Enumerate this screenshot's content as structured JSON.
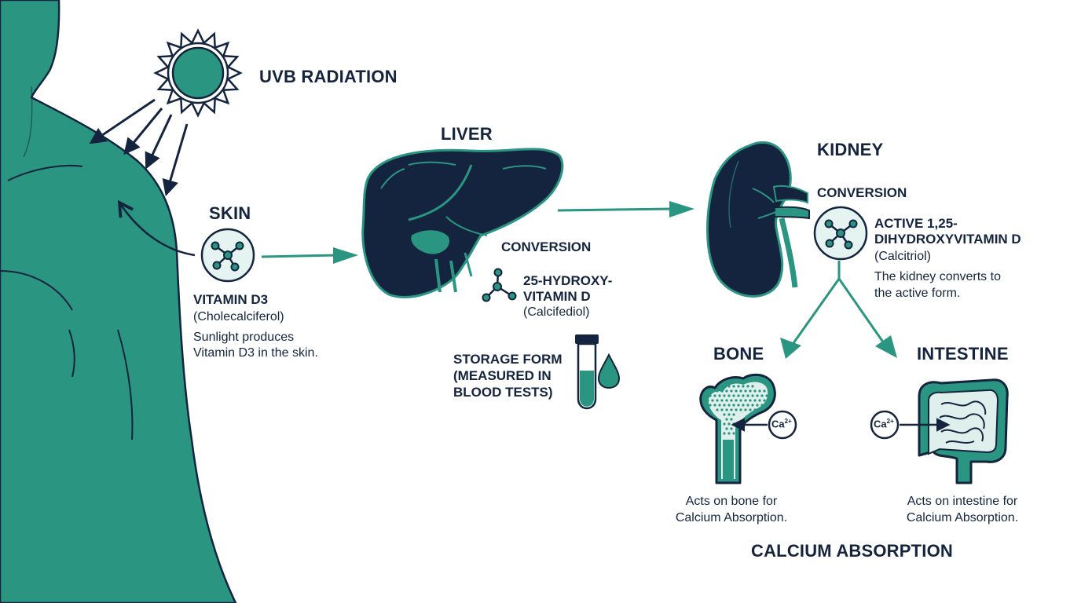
{
  "colors": {
    "teal": "#2a9580",
    "navy": "#14243f",
    "light_teal": "#e6f4f1"
  },
  "sun": {
    "label": "UVB RADIATION",
    "icon": "sun-icon"
  },
  "skin": {
    "title": "SKIN",
    "compound": "VITAMIN D3",
    "compound_alt": "(Cholecalciferol)",
    "desc_line1": "Sunlight produces",
    "desc_line2": "Vitamin D3 in the skin.",
    "icon": "molecule-icon"
  },
  "liver": {
    "title": "LIVER",
    "conversion": "CONVERSION",
    "compound_line1": "25-HYDROXY-",
    "compound_line2": "VITAMIN D",
    "compound_alt": "(Calcifediol)",
    "storage_line1": "STORAGE FORM",
    "storage_line2": "(MEASURED IN",
    "storage_line3": "BLOOD TESTS)",
    "icon": "liver-icon",
    "tube_icon": "blood-test-tube-icon"
  },
  "kidney": {
    "title": "KIDNEY",
    "conversion": "CONVERSION",
    "compound_line1": "ACTIVE 1,25-",
    "compound_line2": "DIHYDROXYVITAMIN D",
    "compound_alt": "(Calcitriol)",
    "desc_line1": "The kidney converts to",
    "desc_line2": "the active form.",
    "icon": "kidney-icon"
  },
  "bone": {
    "title": "BONE",
    "ion": "Ca",
    "ion_charge": "2+",
    "caption_line1": "Acts on bone for",
    "caption_line2": "Calcium Absorption.",
    "icon": "bone-icon"
  },
  "intestine": {
    "title": "INTESTINE",
    "ion": "Ca",
    "ion_charge": "2+",
    "caption_line1": "Acts on intestine for",
    "caption_line2": "Calcium Absorption.",
    "icon": "intestine-icon"
  },
  "footer": {
    "label": "CALCIUM ABSORPTION"
  }
}
